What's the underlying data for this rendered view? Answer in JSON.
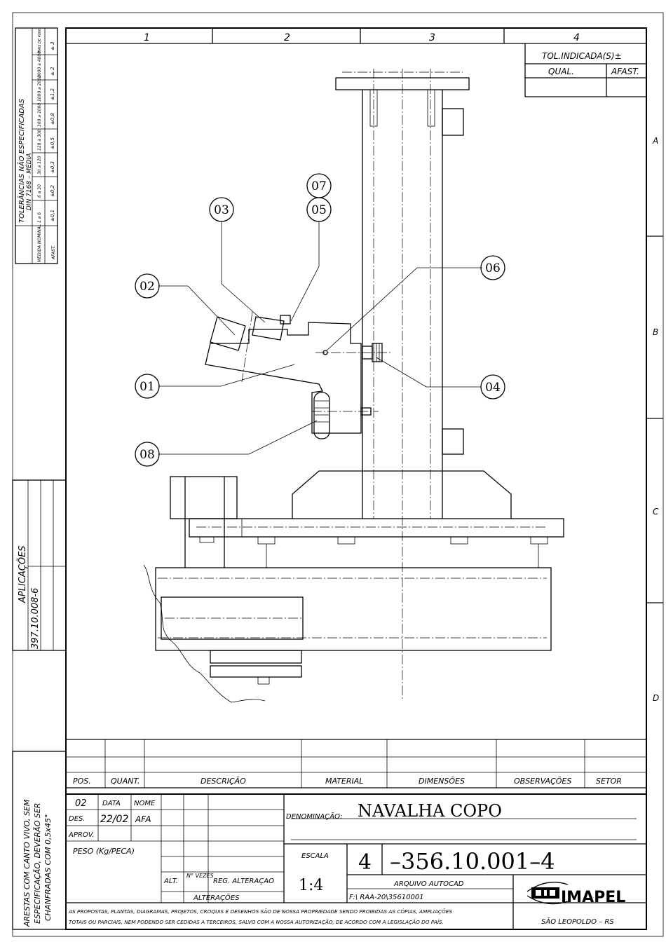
{
  "zones": {
    "columns": [
      "1",
      "2",
      "3",
      "4"
    ],
    "rows": [
      "A",
      "B",
      "C",
      "D"
    ]
  },
  "tolerance_box": {
    "title": "TOL.INDICADA(S)±",
    "qual": "QUAL.",
    "afast": "AFAST."
  },
  "general_tolerances": {
    "title": "TOLERÂNCIAS NÃO ESPECIFICADAS",
    "subtitle": "DIN 7168 – MÉDIA",
    "medida_label": "MEDIDA NOMINAL",
    "afast_label": "AFAST.",
    "ranges": [
      "1 a 6",
      "6 a 30",
      "30 a 120",
      "120 a 300",
      "300 a 1000",
      "1000 a 2000",
      "2000 a 4000",
      "MAIS DE 4000"
    ],
    "values": [
      "±0,1",
      "±0,2",
      "±0,3",
      "±0,5",
      "±0,8",
      "±1,2",
      "± 2",
      "± 3"
    ]
  },
  "applications": {
    "title": "APLICAÇÕES",
    "code": "397.10.008-6"
  },
  "edges_note": {
    "line1": "ARESTAS COM CANTO VIVO, SEM",
    "line2": "ESPECIFICAÇÃO, DEVERÃO SER",
    "line3": "CHANFRADAS COM 0,5x45°"
  },
  "balloons": [
    "01",
    "02",
    "03",
    "04",
    "05",
    "06",
    "07",
    "08"
  ],
  "parts_list": {
    "headers": {
      "pos": "POS.",
      "quant": "QUANT.",
      "descricao": "DESCRIÇÃO",
      "material": "MATERIAL",
      "dimensoes": "DIMENSÕES",
      "observacoes": "OBSERVAÇÕES",
      "setor": "SETOR"
    }
  },
  "title_block": {
    "revision_no": "02",
    "data_label": "DATA",
    "nome_label": "NOME",
    "des_label": "DES.",
    "des_date": "22/02",
    "des_name": "AFA",
    "aprov_label": "APROV.",
    "peso_label": "PESO (Kg/PECA)",
    "alt_label": "ALT.",
    "nvezes_label": "N° VEZES",
    "reg_label": "REG. ALTERAÇAO",
    "alteracoes_label": "ALTERAÇÕES",
    "denominacao_label": "DENOMINAÇÃO:",
    "denominacao": "NAVALHA COPO",
    "escala_label": "ESCALA",
    "escala": "1:4",
    "format": "4",
    "drawing_number": "–356.10.001–4",
    "arquivo_label": "ARQUIVO AUTOCAD",
    "arquivo_path": "F:\\ RAA-20\\35610001",
    "company": "IMAPEL",
    "city": "SÃO LEOPOLDO – RS",
    "disclaimer_1": "AS PROPOSTAS, PLANTAS, DIAGRAMAS, PROJETOS, CROQUIS E DESENHOS SÃO DE NOSSA PROPRIEDADE SENDO PROIBIDAS AS CÓPIAS, AMPLIAÇÕES",
    "disclaimer_2": "TOTAIS OU PARCIAIS, NEM PODENDO SER CEDIDAS A TERCEIROS, SALVO COM A NOSSA AUTORIZAÇÃO, DE ACORDO COM A LEGISLAÇÃO DO PAÍS."
  }
}
